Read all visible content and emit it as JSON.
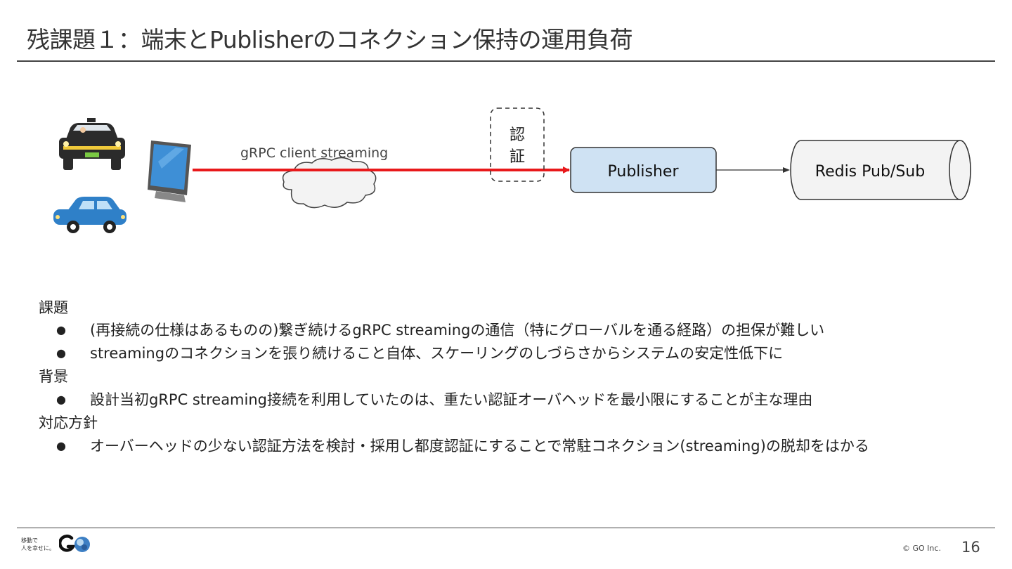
{
  "slide": {
    "title": "残課題１：端末とPublisherのコネクション保持の運用負荷",
    "page_number": "16",
    "copyright": "© GO Inc.",
    "tagline_line1": "移動で",
    "tagline_line2": "人を幸せに。"
  },
  "diagram": {
    "protocol_label": "gRPC client streaming",
    "auth_label_line1": "認",
    "auth_label_line2": "証",
    "publisher_label": "Publisher",
    "redis_label": "Redis Pub/Sub",
    "colors": {
      "arrow": "#e8191b",
      "publisher_fill": "#cfe2f3",
      "redis_fill": "#f3f3f3",
      "car_blue": "#2f80c8",
      "taxi": "#2b2b2b"
    }
  },
  "sections": [
    {
      "heading": "課題",
      "bullets": [
        "(再接続の仕様はあるものの)繋ぎ続けるgRPC streamingの通信（特にグローバルを通る経路）の担保が難しい",
        "streamingのコネクションを張り続けること自体、スケーリングのしづらさからシステムの安定性低下に"
      ]
    },
    {
      "heading": "背景",
      "bullets": [
        "設計当初gRPC streaming接続を利用していたのは、重たい認証オーバヘッドを最小限にすることが主な理由"
      ]
    },
    {
      "heading": "対応方針",
      "bullets": [
        "オーバーヘッドの少ない認証方法を検討・採用し都度認証にすることで常駐コネクション(streaming)の脱却をはかる"
      ]
    }
  ],
  "bullet_glyph": "●"
}
